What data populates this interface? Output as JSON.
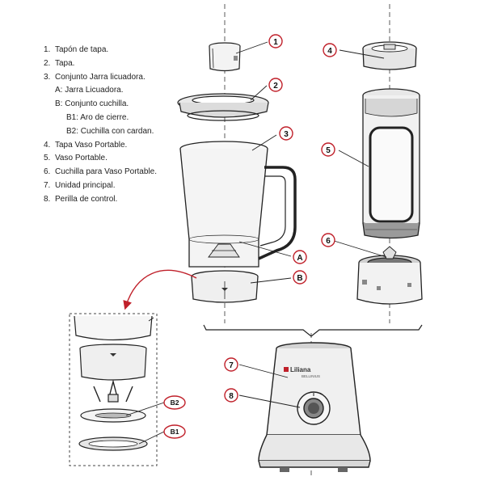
{
  "legend": {
    "items": [
      {
        "num": "1.",
        "label": "Tapón de tapa."
      },
      {
        "num": "2.",
        "label": "Tapa."
      },
      {
        "num": "3.",
        "label": "Conjunto Jarra licuadora."
      },
      {
        "num": "",
        "label": "A: Jarra Licuadora."
      },
      {
        "num": "",
        "label": "B: Conjunto cuchilla."
      },
      {
        "num": "",
        "label": "B1: Aro de cierre."
      },
      {
        "num": "",
        "label": "B2: Cuchilla con cardan."
      },
      {
        "num": "4.",
        "label": "Tapa Vaso Portable."
      },
      {
        "num": "5.",
        "label": "Vaso Portable."
      },
      {
        "num": "6.",
        "label": "Cuchilla para Vaso Portable."
      },
      {
        "num": "7.",
        "label": "Unidad principal."
      },
      {
        "num": "8.",
        "label": "Perilla de control."
      }
    ]
  },
  "callouts": {
    "c1": "1",
    "c2": "2",
    "c3": "3",
    "cA": "A",
    "cB": "B",
    "c4": "4",
    "c5": "5",
    "c6": "6",
    "c7": "7",
    "c8": "8",
    "cB1": "B1",
    "cB2": "B2"
  },
  "brand": {
    "name": "Liliana",
    "model": "BELLINIUS"
  },
  "colors": {
    "callout": "#c0202a",
    "line": "#222222",
    "fill": "#f2f2f2",
    "dark": "#555555"
  }
}
